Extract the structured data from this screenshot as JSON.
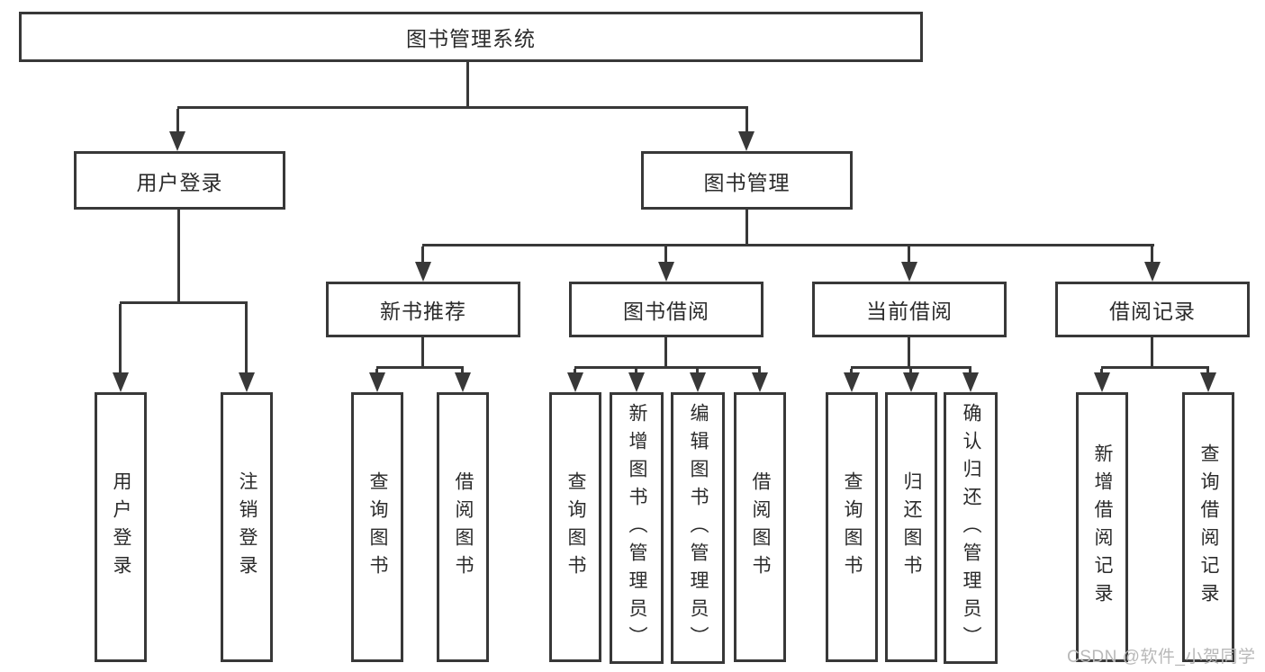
{
  "tree": {
    "root": "图书管理系统",
    "login_branch": {
      "label": "用户登录",
      "children": [
        "用户登录",
        "注销登录"
      ]
    },
    "mgmt_branch": {
      "label": "图书管理",
      "groups": [
        {
          "label": "新书推荐",
          "children": [
            "查询图书",
            "借阅图书"
          ]
        },
        {
          "label": "图书借阅",
          "children": [
            "查询图书",
            "新增图书（管理员）",
            "编辑图书（管理员）",
            "借阅图书"
          ]
        },
        {
          "label": "当前借阅",
          "children": [
            "查询图书",
            "归还图书",
            "确认归还（管理员）"
          ]
        },
        {
          "label": "借阅记录",
          "children": [
            "新增借阅记录",
            "查询借阅记录"
          ]
        }
      ]
    }
  },
  "watermark": "CSDN @软件_小贺同学",
  "colors": {
    "line": "#383838",
    "text": "#2b2b2b",
    "watermark": "#b8b8b8",
    "background": "#ffffff"
  }
}
